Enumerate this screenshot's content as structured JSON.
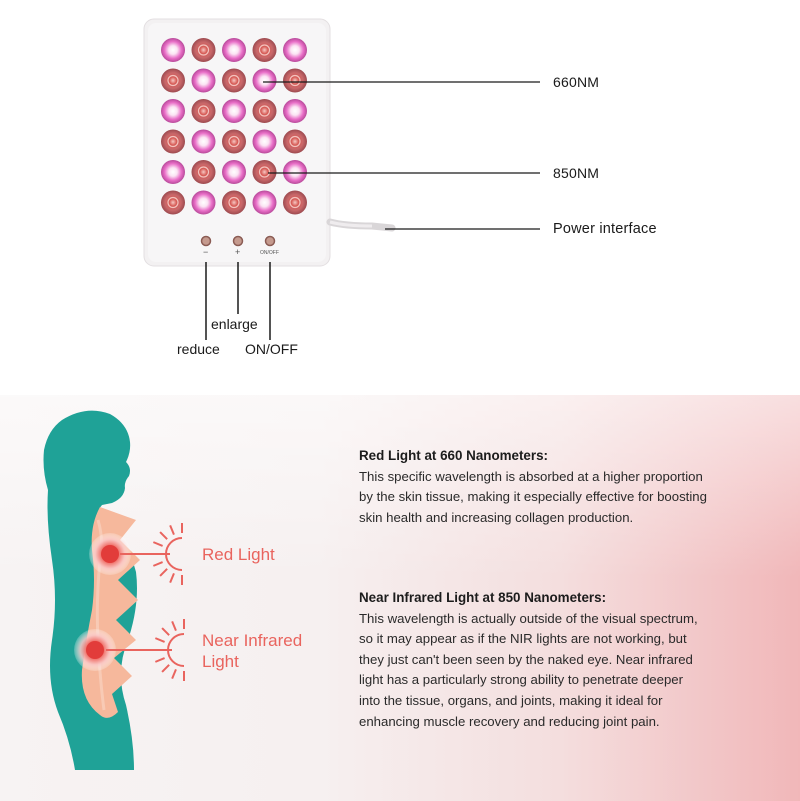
{
  "device": {
    "labels": {
      "nm660": "660NM",
      "nm850": "850NM",
      "power": "Power interface",
      "enlarge": "enlarge",
      "reduce": "reduce",
      "onoff": "ON/OFF"
    },
    "buttons": {
      "minus": "−",
      "plus": "+",
      "onoff_mark": "ON/OFF"
    }
  },
  "diagram": {
    "red_light": "Red Light",
    "nir_line1": "Near Infrared",
    "nir_line2": "Light"
  },
  "info": {
    "red": {
      "title": "Red Light at 660 Nanometers:",
      "lines": [
        "This specific wavelength is absorbed at a higher proportion",
        "by the skin tissue, making it especially effective for boosting",
        "skin health and increasing collagen production."
      ]
    },
    "nir": {
      "title": "Near Infrared Light at 850 Nanometers:",
      "lines": [
        "This wavelength is actually outside of the visual spectrum,",
        "so it may appear as if the NIR lights are not working, but",
        "they just can't been seen by the naked eye. Near infrared",
        "light has a particularly strong ability to penetrate deeper",
        "into the tissue, organs, and joints, making it ideal for",
        "enhancing muscle recovery and reducing joint pain."
      ]
    }
  },
  "colors": {
    "accent_red": "#e9645e",
    "teal": "#1fa297",
    "skin": "#f6b89c"
  }
}
